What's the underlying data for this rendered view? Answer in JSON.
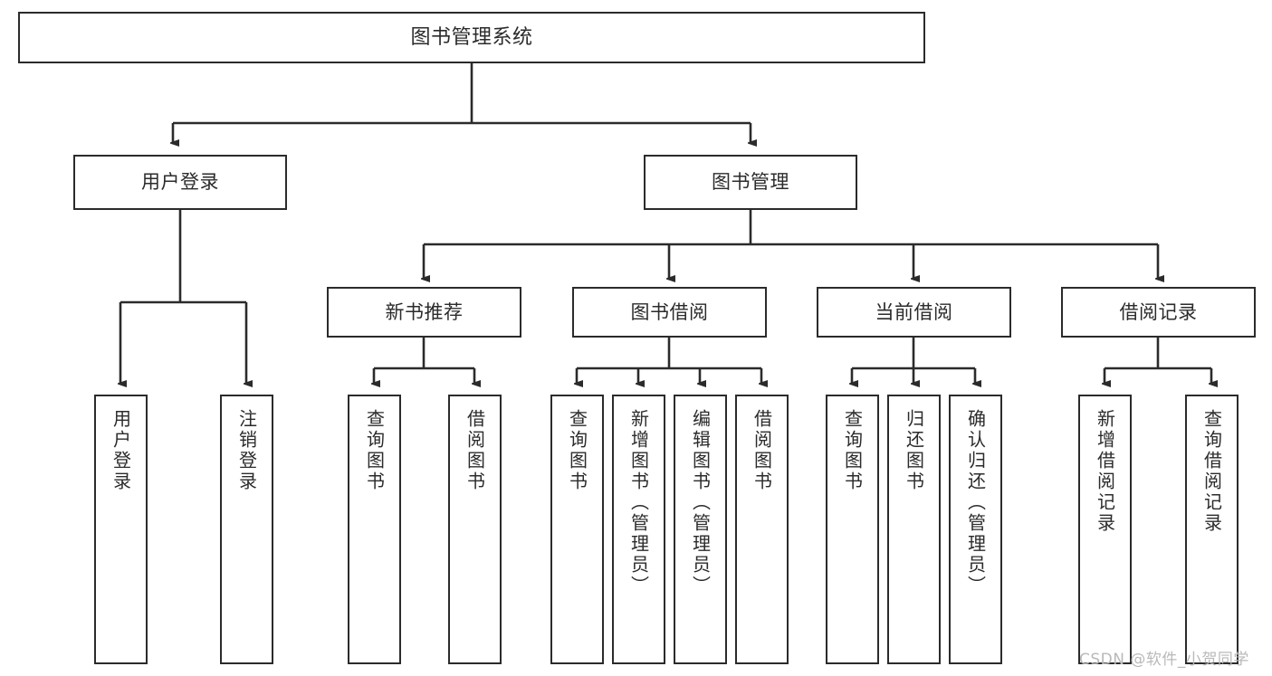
{
  "diagram": {
    "title": "图书管理系统",
    "type": "tree-hierarchy-diagram",
    "orientation": "top-down",
    "colors": {
      "stroke": "#2b2b2b",
      "fill": "#ffffff",
      "text": "#2b2b2b",
      "watermark": "#b9b9b9"
    },
    "root": {
      "label": "图书管理系统"
    },
    "level2": [
      {
        "label": "用户登录"
      },
      {
        "label": "图书管理"
      }
    ],
    "level3": [
      {
        "label": "新书推荐"
      },
      {
        "label": "图书借阅"
      },
      {
        "label": "当前借阅"
      },
      {
        "label": "借阅记录"
      }
    ],
    "leaves": {
      "user_login": [
        {
          "label": "用户登录"
        },
        {
          "label": "注销登录"
        }
      ],
      "new_book_recommend": [
        {
          "label": "查询图书"
        },
        {
          "label": "借阅图书"
        }
      ],
      "book_borrow": [
        {
          "label": "查询图书"
        },
        {
          "label": "新增图书（管理员）"
        },
        {
          "label": "编辑图书（管理员）"
        },
        {
          "label": "借阅图书"
        }
      ],
      "current_borrow": [
        {
          "label": "查询图书"
        },
        {
          "label": "归还图书"
        },
        {
          "label": "确认归还（管理员）"
        }
      ],
      "borrow_record": [
        {
          "label": "新增借阅记录"
        },
        {
          "label": "查询借阅记录"
        }
      ]
    }
  },
  "watermark": {
    "text": "CSDN @软件_小贺同学"
  }
}
